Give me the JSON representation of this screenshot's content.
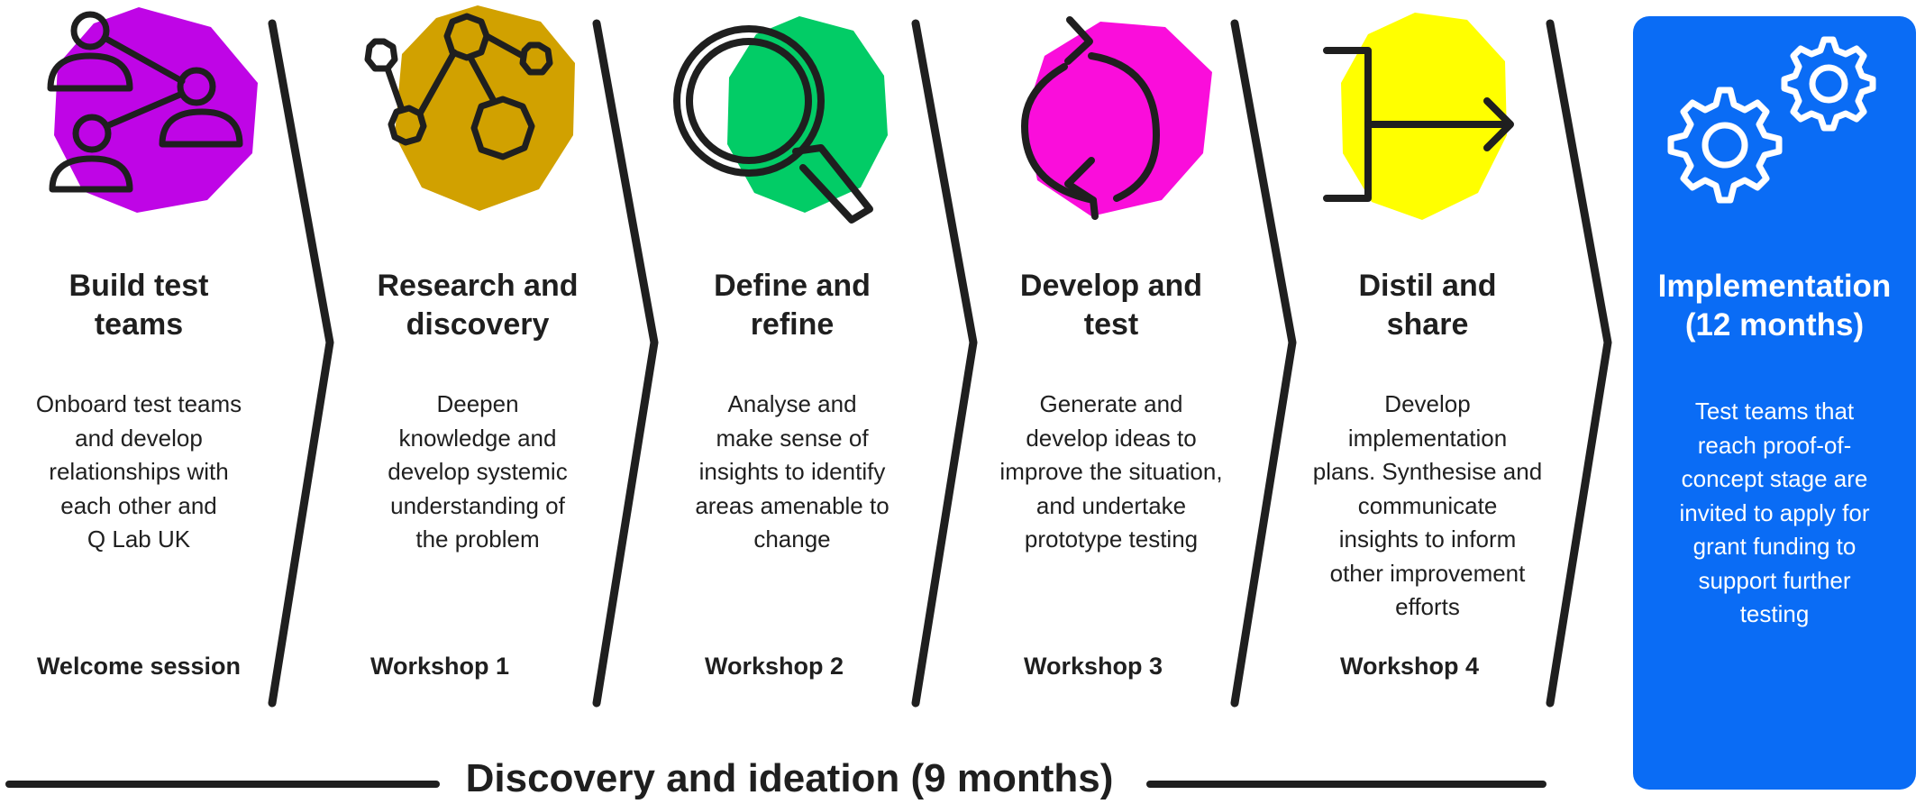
{
  "colors": {
    "build": "#bf05e6",
    "research": "#d1a100",
    "define": "#02cc66",
    "develop": "#fa0ddb",
    "distil": "#ffff00",
    "implementation": "#0a6cf5",
    "ink": "#1f1f1f"
  },
  "stages": [
    {
      "icon": "people-network-icon",
      "title_lines": [
        "Build test",
        "teams"
      ],
      "desc_lines": [
        "Onboard test teams",
        "and develop",
        "relationships with",
        "each other and",
        "Q Lab UK"
      ],
      "session": "Welcome session"
    },
    {
      "icon": "connected-circles-icon",
      "title_lines": [
        "Research and",
        "discovery"
      ],
      "desc_lines": [
        "Deepen",
        "knowledge and",
        "develop systemic",
        "understanding of",
        "the problem"
      ],
      "session": "Workshop 1"
    },
    {
      "icon": "magnifying-glass-icon",
      "title_lines": [
        "Define and",
        "refine"
      ],
      "desc_lines": [
        "Analyse and",
        "make sense of",
        "insights to identify",
        "areas amenable to",
        "change"
      ],
      "session": "Workshop 2"
    },
    {
      "icon": "cycle-arrows-icon",
      "title_lines": [
        "Develop and",
        "test"
      ],
      "desc_lines": [
        "Generate and",
        "develop ideas to",
        "improve the situation,",
        "and undertake",
        "prototype testing"
      ],
      "session": "Workshop 3"
    },
    {
      "icon": "merge-arrow-icon",
      "title_lines": [
        "Distil and",
        "share"
      ],
      "desc_lines": [
        "Develop",
        "implementation",
        "plans. Synthesise and",
        "communicate",
        "insights to inform",
        "other improvement",
        "efforts"
      ],
      "session": "Workshop 4"
    }
  ],
  "implementation": {
    "icon": "gears-icon",
    "title_lines": [
      "Implementation",
      "(12 months)"
    ],
    "desc_lines": [
      "Test teams that",
      "reach proof-of-",
      "concept stage are",
      "invited to apply for",
      "grant funding to",
      "support further",
      "testing"
    ]
  },
  "footer": {
    "label": "Discovery and ideation (9 months)"
  }
}
